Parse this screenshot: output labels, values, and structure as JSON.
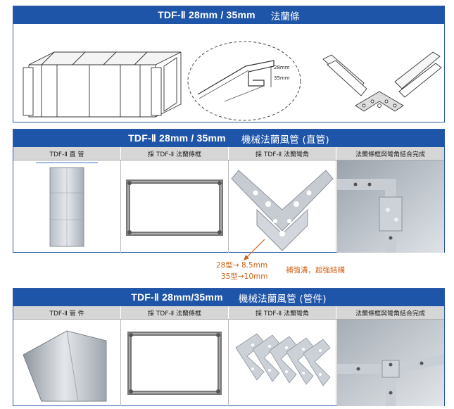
{
  "panel1": {
    "title_en": "TDF-Ⅱ 28mm / 35mm",
    "title_cn": "法蘭條",
    "dim_28": "28mm",
    "dim_35": "35mm"
  },
  "panel2": {
    "title_en": "TDF-Ⅱ 28mm / 35mm",
    "title_cn": "機械法蘭風管 (直管)",
    "columns": [
      "TDF-Ⅱ 直 管",
      "採 TDF-Ⅱ 法蘭條框",
      "採 TDF-Ⅱ 法蘭彎角",
      "法蘭條框與彎角結合完成"
    ]
  },
  "notes": {
    "line1": "28型→ 8.5mm",
    "line2": "35型→10mm",
    "reinforce": "補強溝，超強結構"
  },
  "panel3": {
    "title_en": "TDF-Ⅱ 28mm/35mm",
    "title_cn": "機械法蘭風管 (管件)",
    "columns": [
      "TDF-Ⅱ 管 件",
      "採 TDF-Ⅱ 法蘭條框",
      "採 TDF-Ⅱ 法蘭彎角",
      "法蘭條框與彎角結合完成"
    ]
  }
}
